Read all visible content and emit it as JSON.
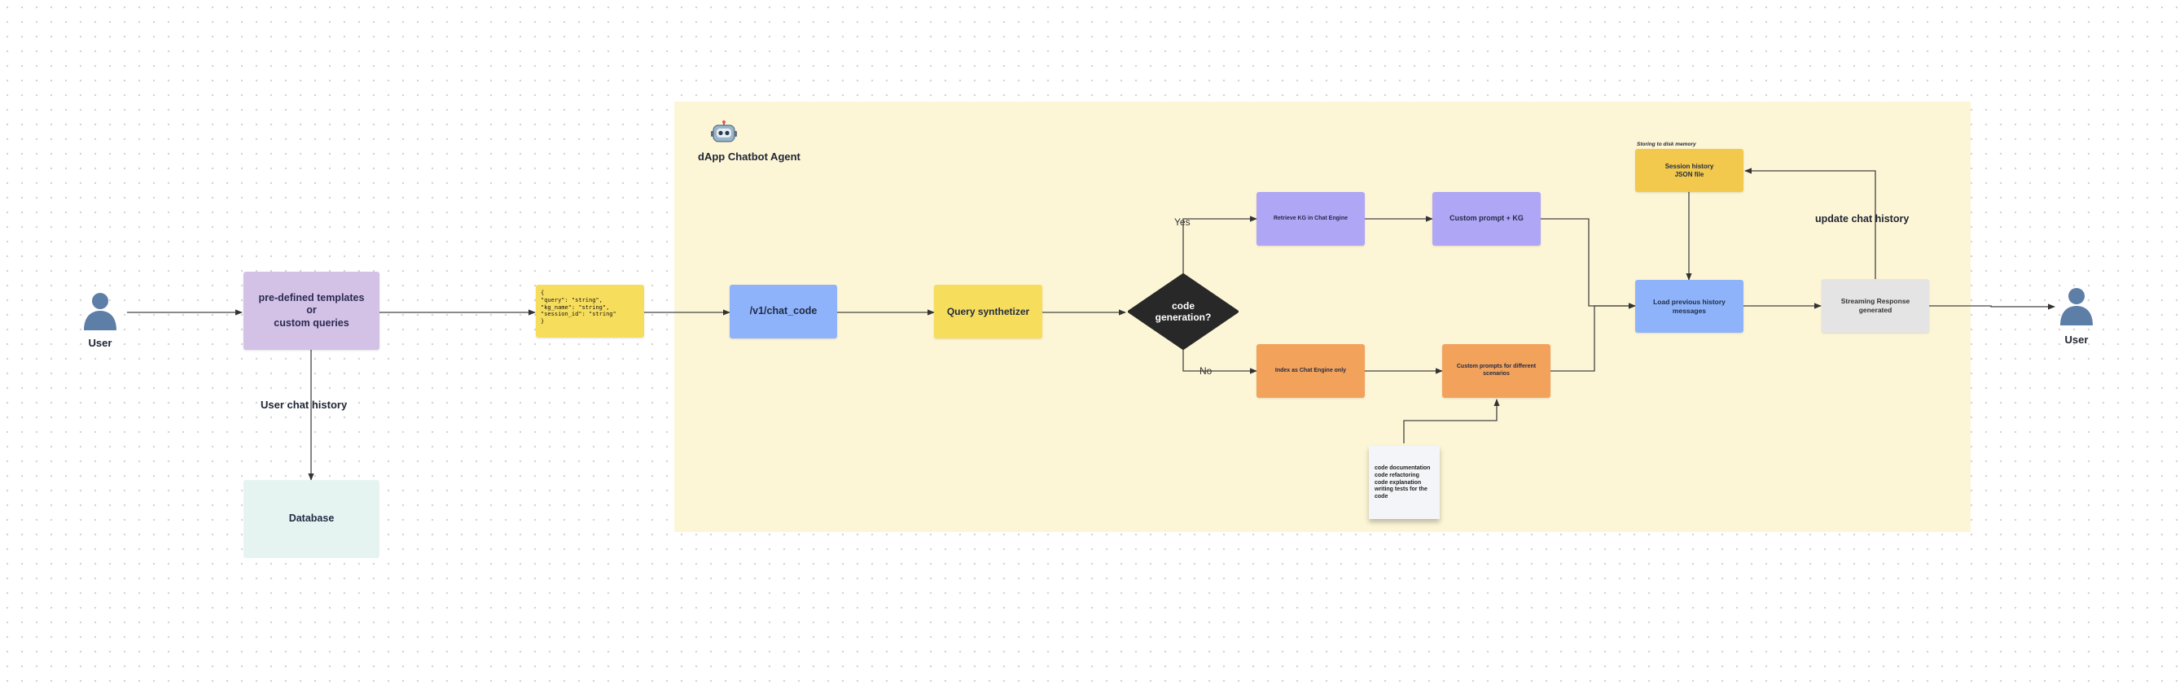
{
  "actors": {
    "user_left": "User",
    "user_right": "User"
  },
  "nodes": {
    "templates": "pre-defined templates\nor\ncustom queries",
    "database": "Database",
    "json_payload": "{\n\"query\": \"string\",\n\"kg_name\": \"string\",\n\"session_id\": \"string\"\n}",
    "endpoint": "/v1/chat_code",
    "query_synth": "Query synthetizer",
    "decision": "code\ngeneration?",
    "retrieve_kg": "Retrieve KG in Chat Engine",
    "custom_prompt_kg": "Custom prompt + KG",
    "index_chat": "Index as Chat Engine only",
    "custom_prompts": "Custom prompts for different scenarios",
    "session_history": "Session history\nJSON file",
    "load_history": "Load previous history\nmessages",
    "streaming": "Streaming Response\ngenerated"
  },
  "labels": {
    "user_chat_history": "User chat history",
    "agent_title": "dApp Chatbot Agent",
    "yes": "Yes",
    "no": "No",
    "storing_memory": "Storing to disk memory",
    "update_history": "update chat history"
  },
  "sticky_note": "code documentation\ncode refactoring\ncode explanation\nwriting tests for the\ncode",
  "colors": {
    "agent_bg": "#fdf6d6",
    "templates": "#d3c1e6",
    "database": "#e6f4f1",
    "yellow": "#f7dd5c",
    "blue": "#8fb3fa",
    "purple": "#b0a6f6",
    "orange": "#f3a25c",
    "gold": "#f2c94c",
    "gray": "#e4e4e4",
    "diamond": "#282828"
  },
  "icons": {
    "user": "user-avatar-icon",
    "agent": "robot-icon"
  }
}
